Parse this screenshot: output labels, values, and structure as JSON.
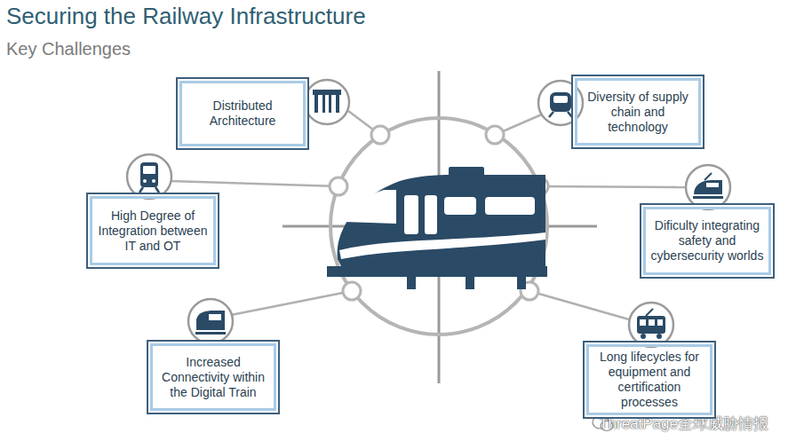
{
  "diagram": {
    "title": "Securing the Railway Infrastructure",
    "nodes": [
      {
        "text": [
          "Distributed Architecture"
        ]
      },
      {
        "text": [
          "Diversity of supply chain and technology"
        ]
      },
      {
        "text": [
          "High Degree of Integration between IT and OT"
        ]
      },
      {
        "text": [
          "Dificulty integrating safety and cybersecurity worlds"
        ]
      },
      {
        "text": [
          "Increased Connectivity within the Digital Train"
        ]
      },
      {
        "text": [
          "Long lifecycles for equipment and certification processes"
        ]
      }
    ],
    "labels": [
      "Key Challenges",
      "ThreatPage全球威胁情报"
    ]
  }
}
